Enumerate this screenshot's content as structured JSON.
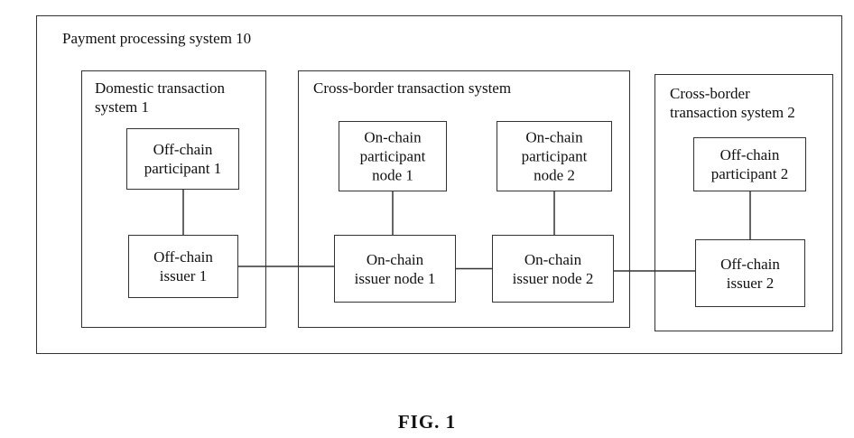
{
  "outer": {
    "title": "Payment processing system 10"
  },
  "groups": [
    {
      "id": "domestic",
      "title": "Domestic transaction\nsystem 1"
    },
    {
      "id": "crossborder",
      "title": "Cross-border transaction system"
    },
    {
      "id": "crossborder2",
      "title": "Cross-border\ntransaction system 2"
    }
  ],
  "nodes": {
    "offchain_participant_1": "Off-chain\nparticipant 1",
    "offchain_issuer_1": "Off-chain\nissuer 1",
    "onchain_participant_node_1": "On-chain\nparticipant\nnode 1",
    "onchain_participant_node_2": "On-chain\nparticipant\nnode 2",
    "onchain_issuer_node_1": "On-chain\nissuer node 1",
    "onchain_issuer_node_2": "On-chain\nissuer node 2",
    "offchain_participant_2": "Off-chain\nparticipant 2",
    "offchain_issuer_2": "Off-chain\nissuer 2"
  },
  "edges": [
    [
      "offchain_participant_1",
      "offchain_issuer_1"
    ],
    [
      "onchain_participant_node_1",
      "onchain_issuer_node_1"
    ],
    [
      "onchain_participant_node_2",
      "onchain_issuer_node_2"
    ],
    [
      "offchain_participant_2",
      "offchain_issuer_2"
    ],
    [
      "offchain_issuer_1",
      "onchain_issuer_node_1"
    ],
    [
      "onchain_issuer_node_1",
      "onchain_issuer_node_2"
    ],
    [
      "onchain_issuer_node_2",
      "offchain_issuer_2"
    ]
  ],
  "caption": "FIG. 1"
}
